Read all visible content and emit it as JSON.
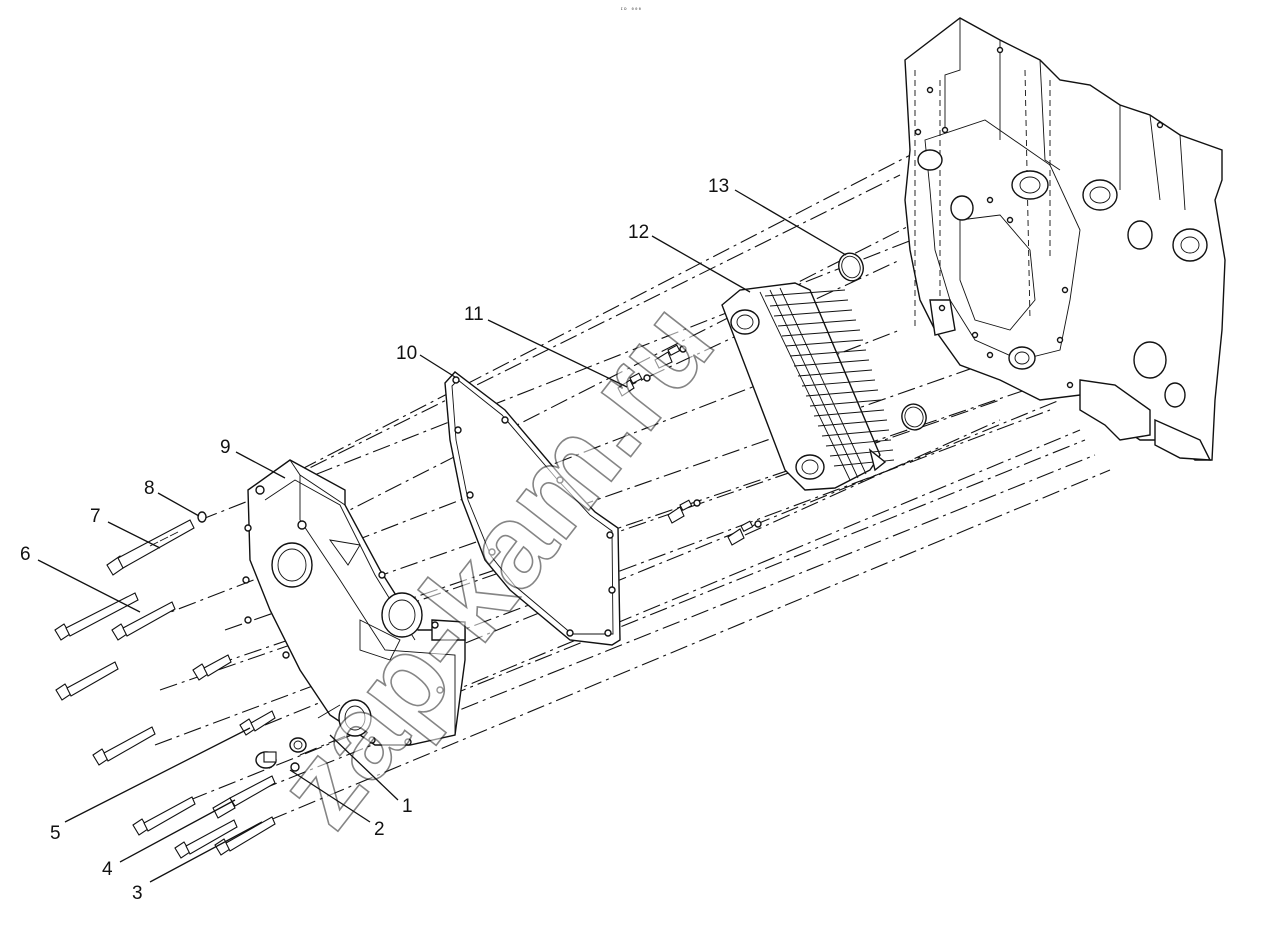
{
  "header_code": "ᴵᴰ ⁰⁰⁰",
  "watermark": "zap-kam.ru",
  "callouts": [
    "1",
    "2",
    "3",
    "4",
    "5",
    "6",
    "7",
    "8",
    "9",
    "10",
    "11",
    "12",
    "13"
  ]
}
